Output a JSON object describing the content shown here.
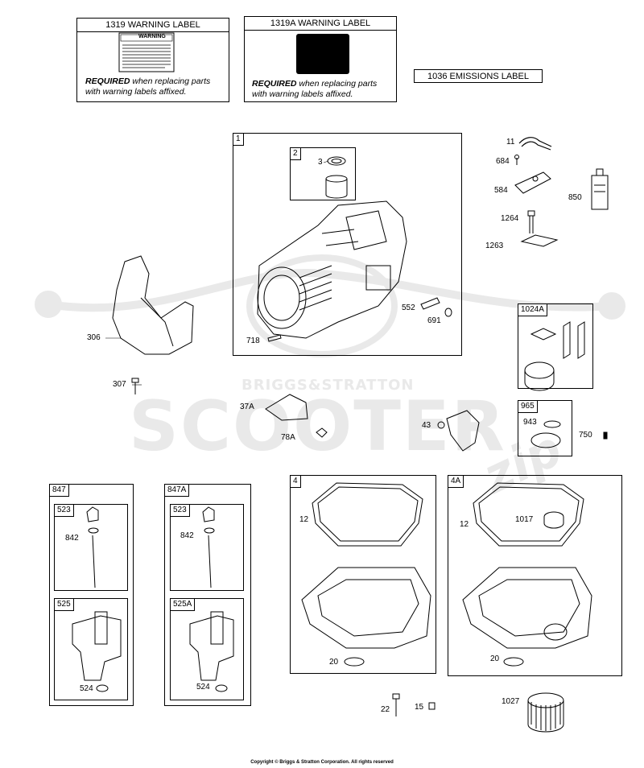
{
  "warning_labels": [
    {
      "title": "1319 WARNING LABEL",
      "required_word": "REQUIRED",
      "required_rest": " when replacing parts",
      "required_line2": "with warning labels affixed.",
      "sticker_title": "WARNING"
    },
    {
      "title": "1319A WARNING LABEL",
      "required_word": "REQUIRED",
      "required_rest": " when replacing parts",
      "required_line2": "with warning labels affixed."
    }
  ],
  "emissions_label": "1036 EMISSIONS LABEL",
  "watermark": {
    "brand": "BRIGGS&STRATTON",
    "word": "SCOOTER",
    "suffix": "zip"
  },
  "groups": {
    "g1": "1",
    "g2": "2",
    "g1024A": "1024A",
    "g965": "965",
    "g847": "847",
    "g847A": "847A",
    "g523a": "523",
    "g523b": "523",
    "g525": "525",
    "g525A": "525A",
    "g4": "4",
    "g4A": "4A"
  },
  "parts": {
    "p3": "3",
    "p552": "552",
    "p691": "691",
    "p718": "718",
    "p11": "11",
    "p684": "684",
    "p584": "584",
    "p850": "850",
    "p1264": "1264",
    "p1263": "1263",
    "p306": "306",
    "p307": "307",
    "p37A": "37A",
    "p78A": "78A",
    "p43": "43",
    "p943": "943",
    "p750": "750",
    "p842a": "842",
    "p842b": "842",
    "p524a": "524",
    "p524b": "524",
    "p12a": "12",
    "p12b": "12",
    "p1017": "1017",
    "p20a": "20",
    "p20b": "20",
    "p22": "22",
    "p15": "15",
    "p1027": "1027"
  },
  "copyright": "Copyright © Briggs & Stratton Corporation. All rights reserved"
}
